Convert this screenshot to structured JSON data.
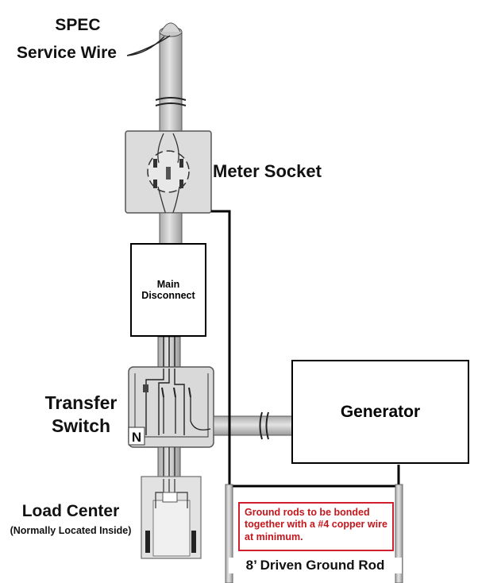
{
  "labels": {
    "service_wire_line1": "SPEC",
    "service_wire_line2": "Service Wire",
    "meter_socket": "Meter Socket",
    "main_disconnect_line1": "Main",
    "main_disconnect_line2": "Disconnect",
    "transfer_switch_line1": "Transfer",
    "transfer_switch_line2": "Switch",
    "neutral_mark": "N",
    "generator": "Generator",
    "load_center": "Load Center",
    "load_center_note": "(Normally Located Inside)",
    "ground_rod": "8’ Driven Ground Rod",
    "ground_note": "Ground rods to be bonded together with a #4 copper wire at minimum."
  },
  "colors": {
    "conduit": "#cfcfcf",
    "outline": "#444444",
    "note_border": "#d11f2e",
    "note_text": "#c4161c"
  }
}
